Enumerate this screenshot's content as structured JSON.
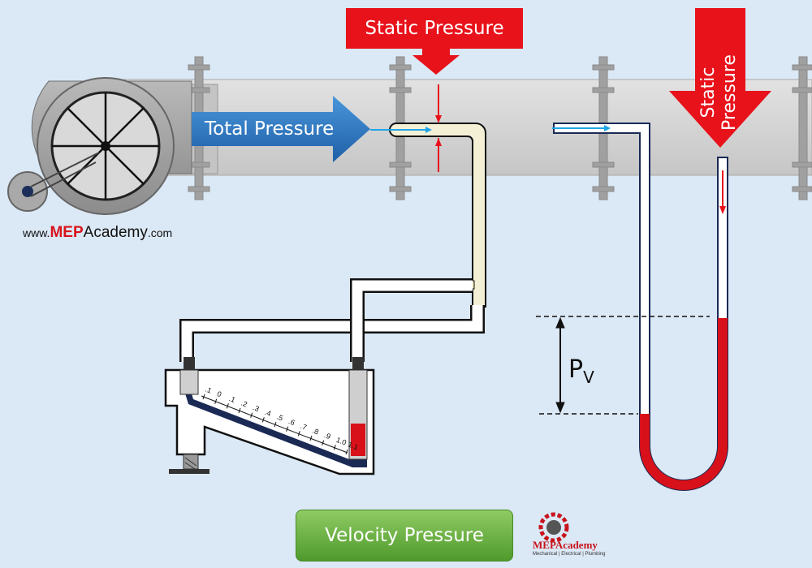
{
  "labels": {
    "total_pressure": "Total Pressure",
    "static_pressure_top": "Static Pressure",
    "static_pressure_right_line1": "Static",
    "static_pressure_right_line2": "Pressure",
    "pv_main": "P",
    "pv_sub": "V",
    "velocity_pressure_button": "Velocity Pressure"
  },
  "website": {
    "prefix": "www.",
    "brand_red": "MEP",
    "brand_rest": "Academy",
    "suffix": ".com"
  },
  "logo": {
    "name": "MEPAcademy",
    "tagline": "Mechanical | Electrical | Plumbing"
  },
  "manometer_scale": [
    ".1",
    "0",
    ".1",
    ".2",
    ".3",
    ".4",
    ".5",
    ".6",
    ".7",
    ".8",
    ".9",
    "1.0",
    "1.1"
  ],
  "colors": {
    "background": "#dbe8f5",
    "duct": "#d0d0d0",
    "static_red": "#e8121b",
    "total_blue": "#2f7fc6",
    "fluid_red": "#d8101a",
    "button_green": "#6fb345",
    "tube_navy": "#1a2a55"
  }
}
